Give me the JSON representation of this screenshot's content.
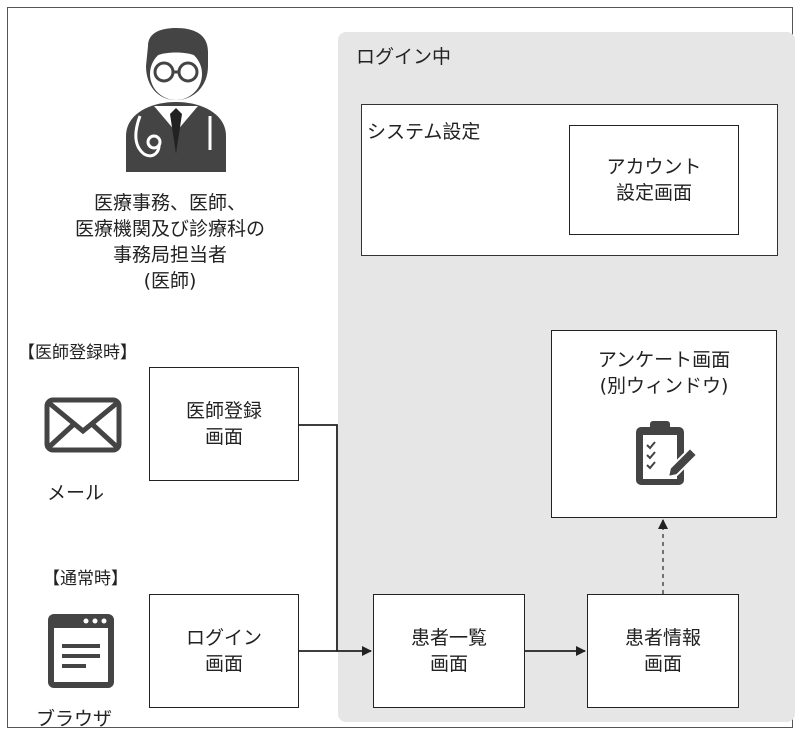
{
  "login_area": {
    "label": "ログイン中"
  },
  "system_settings": {
    "label": "システム設定"
  },
  "account_box": {
    "line1": "アカウント",
    "line2": "設定画面"
  },
  "survey_box": {
    "line1": "アンケート画面",
    "line2": "(別ウィンドウ)"
  },
  "doctor": {
    "line1": "医療事務、医師、",
    "line2": "医療機関及び診療科の",
    "line3": "事務局担当者",
    "line4": "(医師)"
  },
  "doctor_registration": {
    "heading": "【医師登録時】",
    "mail_label": "メール",
    "box_line1": "医師登録",
    "box_line2": "画面"
  },
  "normal": {
    "heading": "【通常時】",
    "browser_label": "ブラウザ",
    "box_line1": "ログイン",
    "box_line2": "画面"
  },
  "patient_list": {
    "line1": "患者一覧",
    "line2": "画面"
  },
  "patient_info": {
    "line1": "患者情報",
    "line2": "画面"
  }
}
